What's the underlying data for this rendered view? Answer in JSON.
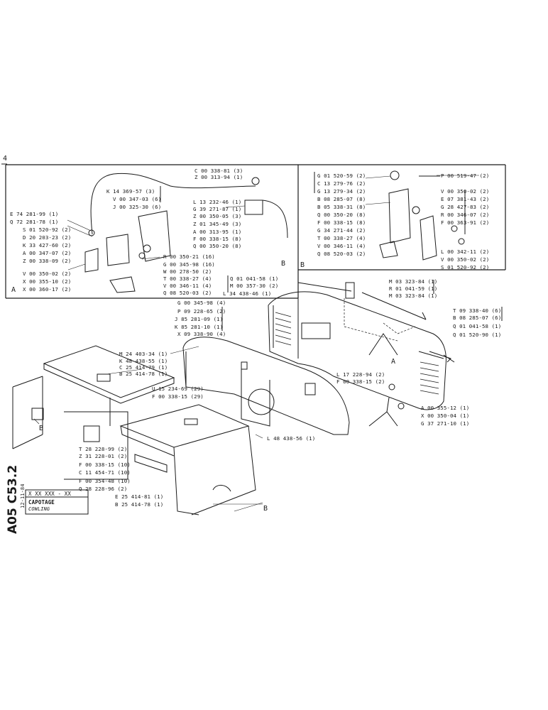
{
  "panel_a": {
    "tag": "A",
    "top_labels": [
      "C 00 338-81 (3)",
      "Z 00 313-94 (1)"
    ],
    "left_labels": [
      "K 14 369-57 (3)",
      "V 00 347-03 (6)",
      "J 00 325-30 (6)"
    ],
    "right_labels": [
      "L 13 232-46 (1)",
      "G 39 271-87 (1)",
      "Z 00 350-05 (3)",
      "Z 01 345-49 (3)",
      "A 00 313-95 (1)",
      "F 00 338-15 (8)",
      "Q 00 350-20 (8)"
    ],
    "left_mid_labels": [
      "E 74 281-99 (1)",
      "Q 72 281-78 (1)",
      "S 01 520-92 (2)",
      "D 20 203-23 (2)",
      "K 33 427-60 (2)",
      "A 00 347-07 (2)",
      "Z 00 338-09 (2)"
    ],
    "left_low_labels": [
      "V 00 350-02 (2)",
      "X 00 355-10 (2)",
      "X 00 360-17 (2)"
    ],
    "mid_labels": [
      "R 00 350-21 (16)",
      "G 00 345-98 (16)",
      "W 00 278-50 (2)",
      "T 00 338-27 (4)",
      "V 00 346-11 (4)",
      "Q 08 520-03 (2)"
    ]
  },
  "panel_b": {
    "tag": "B",
    "left_labels": [
      "G 01 520-59 (2)",
      "C 13 279-76 (2)",
      "G 13 279-34 (2)",
      "B 08 285-07 (8)",
      "B 05 338-31 (8)",
      "Q 00 350-20 (8)",
      "F 00 338-15 (8)",
      "G 34 271-44 (2)",
      "T 00 338-27 (4)",
      "V 00 346-11 (4)",
      "Q 08 520-03 (2)"
    ],
    "right_labels": [
      "P 00 519-47 (2)",
      "V 00 350-02 (2)",
      "E 07 381-43 (2)",
      "G 28 427-83 (2)",
      "R 00 346-07 (2)",
      "F 00 363-91 (2)"
    ],
    "right_low_labels": [
      "L 00 342-11 (2)",
      "V 00 350-02 (2)",
      "S 01 520-92 (2)"
    ]
  },
  "main": {
    "upper_left_labels": [
      "Q 01 041-58 (1)",
      "M 00 357-30 (2)",
      "L 34 438-46 (1)"
    ],
    "upper_right_labels": [
      "M 03 323-84 (1)",
      "R 01 041-59 (1)",
      "M 03 323-84 (1)"
    ],
    "bracket_labels": [
      "G 00 345-98 (4)",
      "P 09 228-65 (2)",
      "J 85 281-09 (1)",
      "K 85 281-10 (1)",
      "X 09 338-90 (4)"
    ],
    "right_side_labels": [
      "T 09 338-40 (6)",
      "B 08 285-07 (6)",
      "Q 01 041-58 (1)",
      "Q 01 520-90 (1)"
    ],
    "cover_labels": [
      "M 24 403-34 (1)",
      "K 48 438-55 (1)",
      "C 25 414-79 (1)",
      "B 25 414-78 (1)"
    ],
    "screw_labels": [
      "U 15 234-69 (29)",
      "F 00 338-15 (29)"
    ],
    "hinge_labels": [
      "L 17 228-94 (2)",
      "F 00 338-15 (2)"
    ],
    "crank_labels": [
      "A 00 355-12 (1)",
      "X 00 350-04 (1)",
      "G 37 271-10 (1)"
    ],
    "large_label": "L 48 438-56 (1)",
    "lower_labels": [
      "T 28 228-99 (2)",
      "Z 31 228-01 (2)",
      "F 00 338-15 (10)",
      "C 11 454-71 (10)",
      "F 00 354-48 (10)",
      "Q 28 228-96 (2)"
    ],
    "bottom_labels": [
      "E 25 414-81 (1)",
      "B 25 414-78 (1)"
    ],
    "callouts": {
      "a_mid": "A",
      "b_top": "B",
      "b_left": "B",
      "b_bottom": "B"
    }
  },
  "title_block": {
    "code": "A05 C53.2",
    "date": "12-11-84",
    "ref": "X XX XXX - XX",
    "name": "CAPOTAGE",
    "name_en": "COWLING"
  },
  "corner_mark": "4"
}
